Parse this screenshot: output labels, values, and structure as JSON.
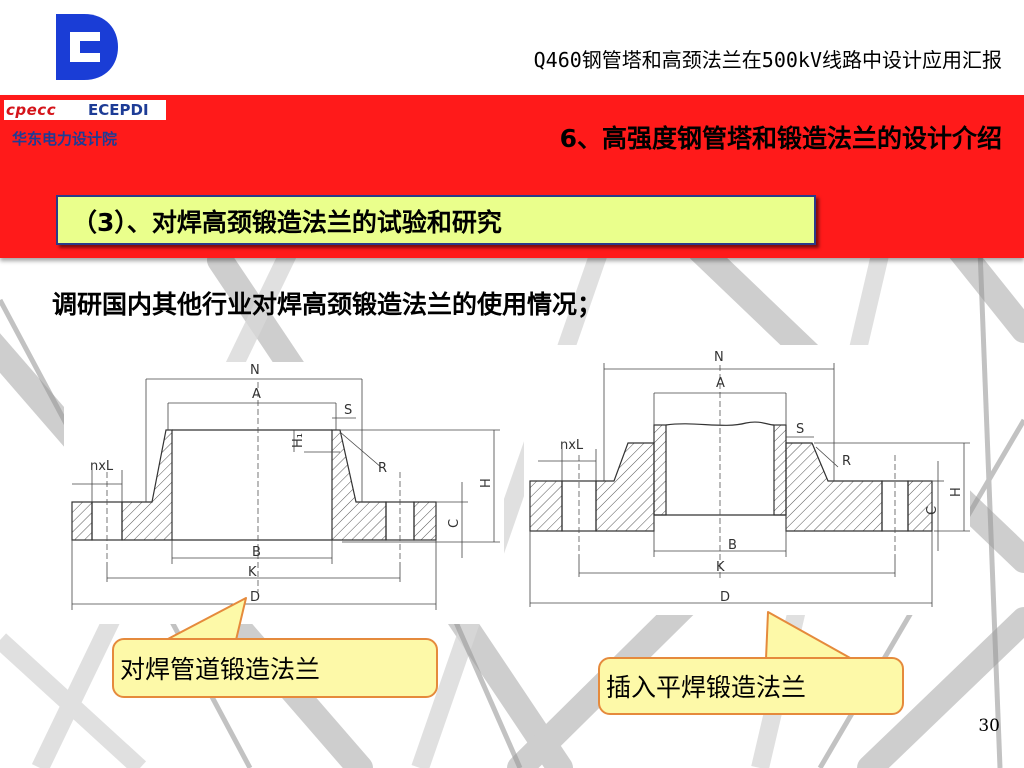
{
  "header": {
    "doc_title": "Q460钢管塔和高颈法兰在500kV线路中设计应用汇报",
    "brand_cpecc": "cpecc",
    "brand_ecepdi": "ECEPDI",
    "org_name": "华东电力设计院"
  },
  "section_title": "6、高强度钢管塔和锻造法兰的设计介绍",
  "subsection_title": "（3）、对焊高颈锻造法兰的试验和研究",
  "intro_text": "调研国内其他行业对焊高颈锻造法兰的使用情况；",
  "diagram_labels": {
    "n": "N",
    "a": "A",
    "s": "S",
    "h1": "H₁",
    "r": "R",
    "nxl": "nxL",
    "h": "H",
    "c": "C",
    "b": "B",
    "k": "K",
    "d": "D"
  },
  "callouts": {
    "left": "对焊管道锻造法兰",
    "right": "插入平焊锻造法兰"
  },
  "page_number": "30",
  "colors": {
    "red_band": "#ff1a1a",
    "subtitle_box": "#eaff8c",
    "callout_fill": "#fdf9a8",
    "callout_border": "#e58a3c",
    "logo_blue": "#1a3dd6"
  }
}
